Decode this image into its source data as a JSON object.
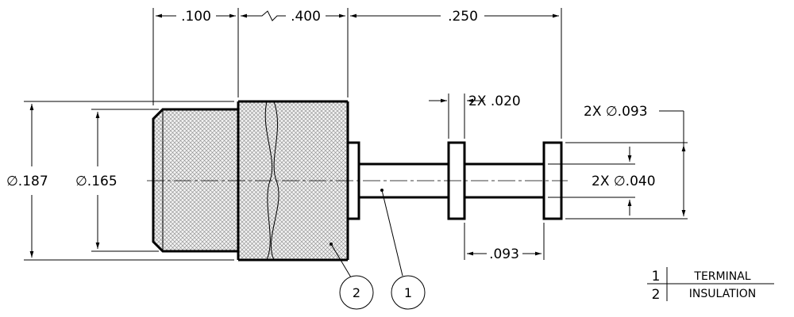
{
  "dimensions": {
    "top_len_1": ".100",
    "top_len_2": ".400",
    "top_len_3": ".250",
    "flange_thk": "2X .020",
    "flange_dia": "2X ∅.093",
    "pin_dia": "2X ∅.040",
    "flange_spacing": ".093",
    "outer_dia": "∅.187",
    "inner_dia": "∅.165"
  },
  "balloons": [
    {
      "number": "2"
    },
    {
      "number": "1"
    }
  ],
  "bom": [
    {
      "item": "1",
      "description": "TERMINAL"
    },
    {
      "item": "2",
      "description": "INSULATION"
    }
  ],
  "colors": {
    "line": "#000000",
    "hatch": "#9a9a9a",
    "hatch_bg": "#ececec"
  }
}
